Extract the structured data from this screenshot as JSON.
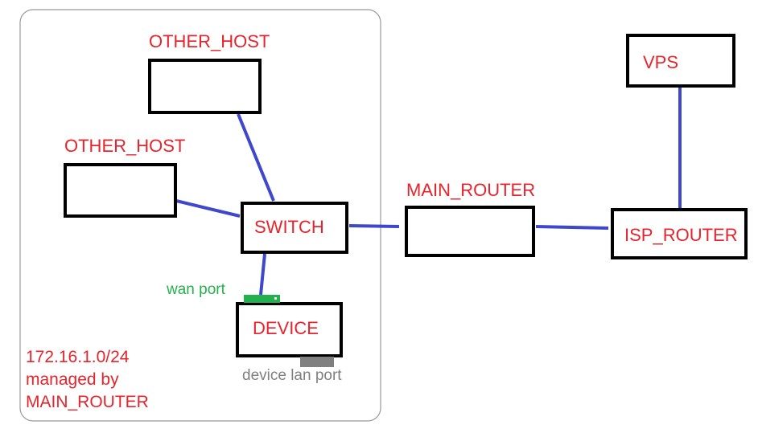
{
  "colors": {
    "box_border": "#000000",
    "link": "#3f48cc",
    "label": "#e8232b",
    "wan_port": "#22b14c",
    "lan_port": "#7f7f7f",
    "subnet_border": "#999999"
  },
  "nodes": {
    "other_host_top": "OTHER_HOST",
    "other_host_left": "OTHER_HOST",
    "switch": "SWITCH",
    "device": "DEVICE",
    "main_router": "MAIN_ROUTER",
    "isp_router": "ISP_ROUTER",
    "vps": "VPS"
  },
  "ports": {
    "wan": "wan port",
    "lan": "device lan port"
  },
  "subnet": {
    "line1": "172.16.1.0/24",
    "line2": "managed by",
    "line3": "MAIN_ROUTER"
  }
}
